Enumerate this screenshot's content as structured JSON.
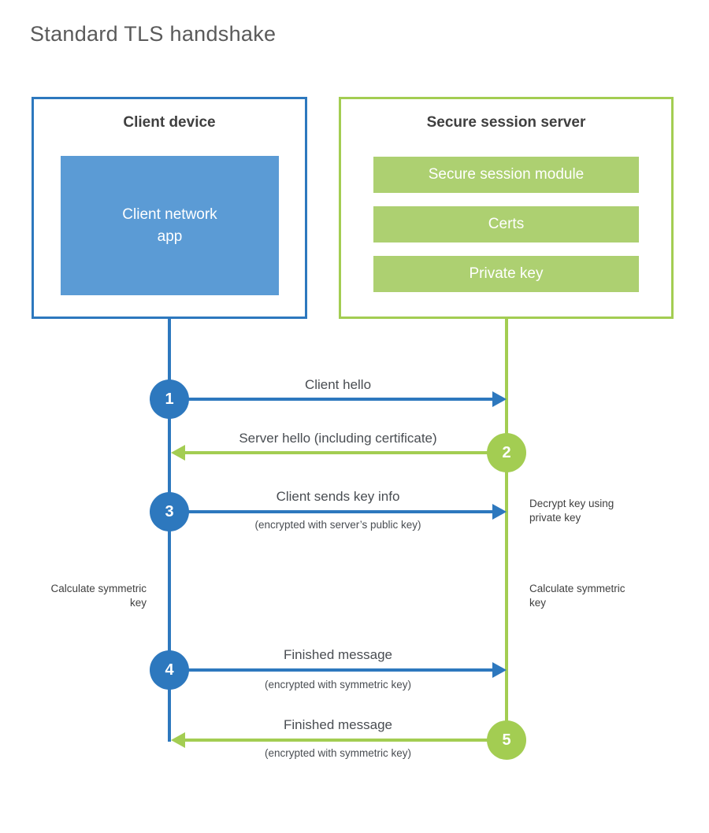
{
  "title": "Standard TLS handshake",
  "colors": {
    "blue": "#2d78be",
    "blue_fill": "#5b9bd5",
    "green": "#a3cd52",
    "green_fill": "#add071"
  },
  "client_box": {
    "title": "Client device",
    "app_label": "Client network\napp"
  },
  "server_box": {
    "title": "Secure session server",
    "modules": [
      "Secure session module",
      "Certs",
      "Private key"
    ]
  },
  "messages": [
    {
      "num": "1",
      "label": "Client hello",
      "sublabel": "",
      "direction": "client-to-server",
      "color": "blue"
    },
    {
      "num": "2",
      "label": "Server hello (including certificate)",
      "sublabel": "",
      "direction": "server-to-client",
      "color": "green"
    },
    {
      "num": "3",
      "label": "Client sends key info",
      "sublabel": "(encrypted with server’s public key)",
      "direction": "client-to-server",
      "color": "blue"
    },
    {
      "num": "4",
      "label": "Finished message",
      "sublabel": "(encrypted with symmetric key)",
      "direction": "client-to-server",
      "color": "blue"
    },
    {
      "num": "5",
      "label": "Finished message",
      "sublabel": "(encrypted with symmetric key)",
      "direction": "server-to-client",
      "color": "green"
    }
  ],
  "annotations": {
    "decrypt_note": "Decrypt key using private key",
    "client_calc": "Calculate symmetric key",
    "server_calc": "Calculate symmetric key"
  }
}
